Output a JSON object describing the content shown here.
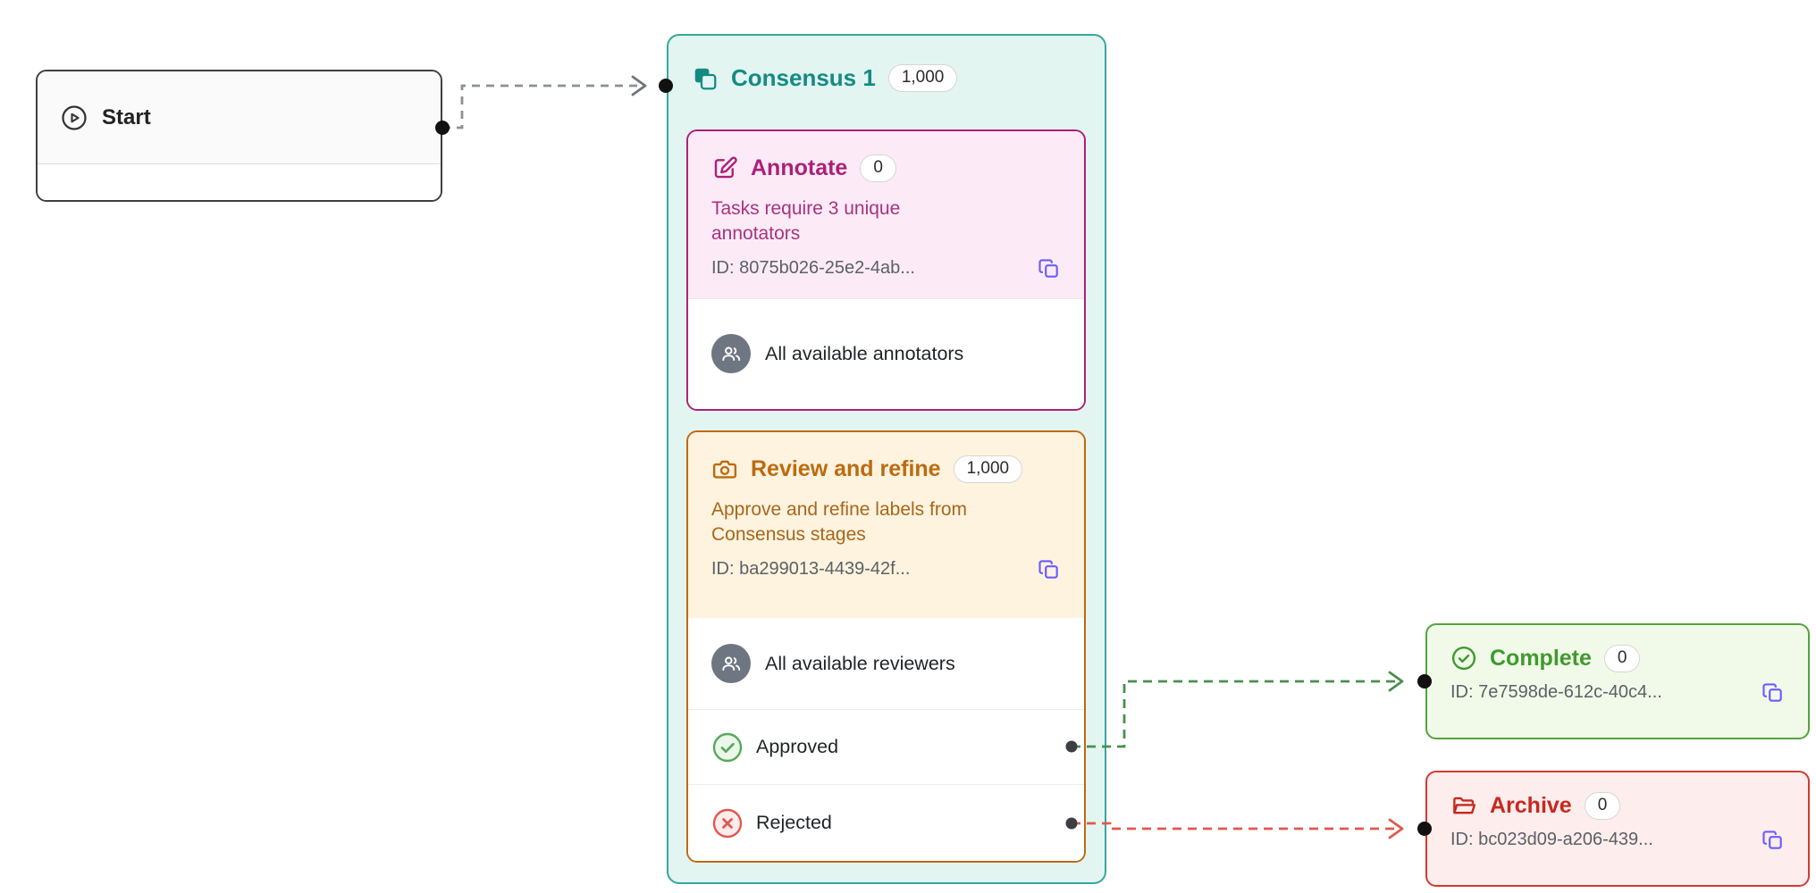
{
  "colors": {
    "teal": "#35a89d",
    "magenta": "#ad1f79",
    "orange": "#c0690f",
    "green": "#52a43c",
    "red": "#cf3b31",
    "gray_edge": "#8c9196",
    "green_edge": "#4a8f50",
    "red_edge": "#e4574d",
    "copy_icon": "#6b5cff",
    "port_dot": "#111111"
  },
  "start": {
    "label": "Start"
  },
  "consensus": {
    "title": "Consensus 1",
    "count": "1,000",
    "annotate": {
      "title": "Annotate",
      "count": "0",
      "description": "Tasks require 3 unique annotators",
      "id": "ID: 8075b026-25e2-4ab...",
      "assignees": "All available annotators"
    },
    "review": {
      "title": "Review and refine",
      "count": "1,000",
      "description": "Approve and refine labels from Consensus stages",
      "id": "ID: ba299013-4439-42f...",
      "assignees": "All available reviewers",
      "approved_label": "Approved",
      "rejected_label": "Rejected"
    }
  },
  "complete": {
    "title": "Complete",
    "count": "0",
    "id": "ID: 7e7598de-612c-40c4..."
  },
  "archive": {
    "title": "Archive",
    "count": "0",
    "id": "ID: bc023d09-a206-439..."
  }
}
